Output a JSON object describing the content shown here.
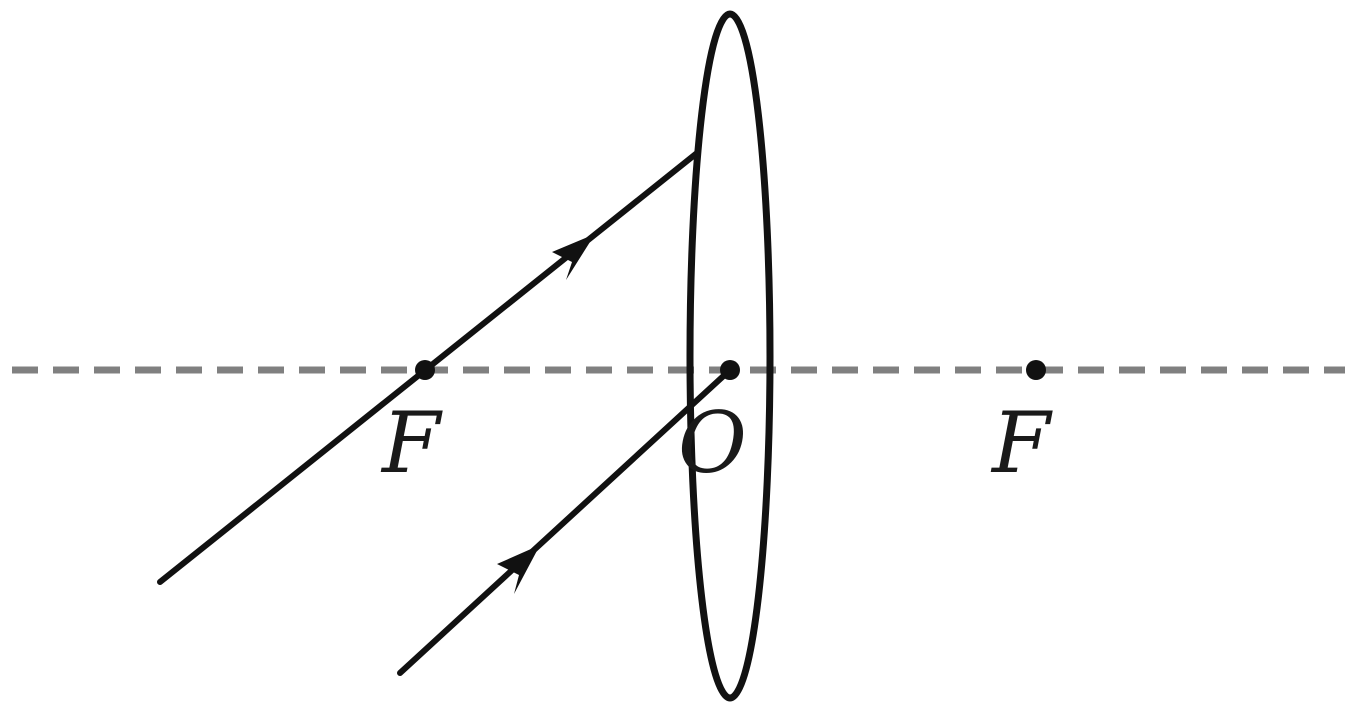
{
  "diagram": {
    "labels": {
      "focus_left": "F",
      "optical_center": "O",
      "focus_right": "F"
    },
    "colors": {
      "axis": "#808080",
      "stroke": "#111111",
      "background": "#ffffff"
    },
    "icons": {
      "arrow": "arrowhead-icon",
      "point": "dot-icon"
    }
  }
}
